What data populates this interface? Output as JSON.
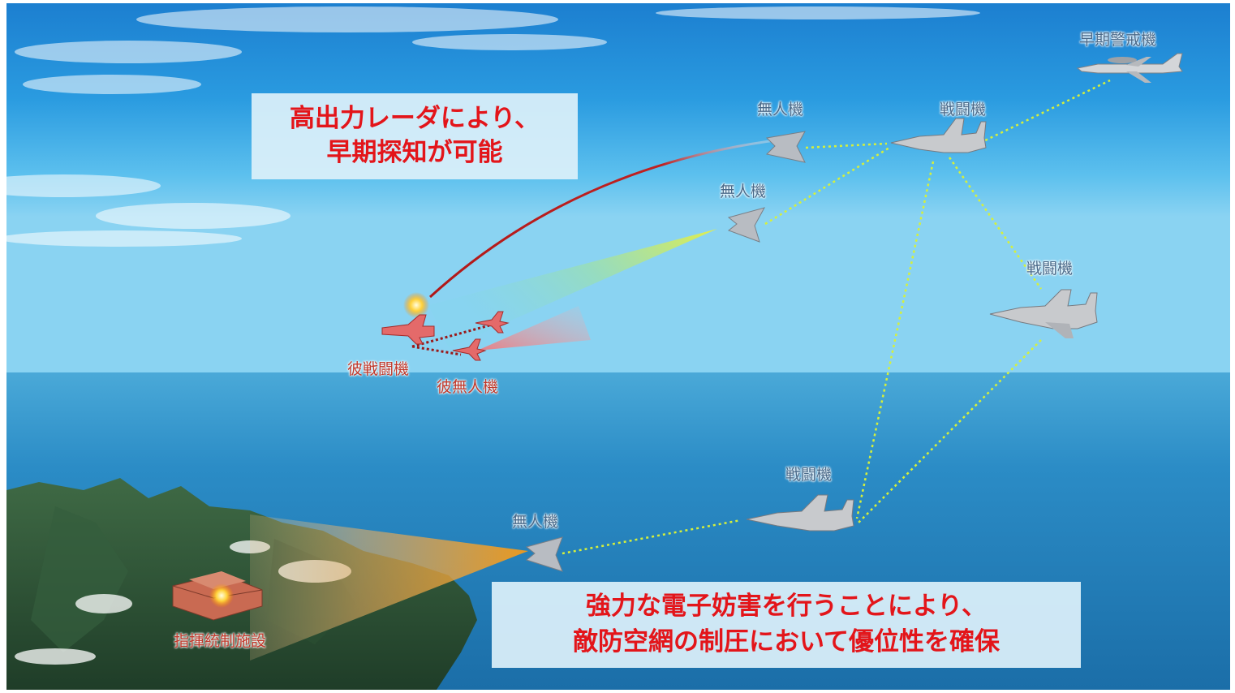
{
  "callouts": {
    "radar": {
      "line1": "高出力レーダにより、",
      "line2": "早期探知が可能"
    },
    "electronic_warfare": {
      "line1": "強力な電子妨害を行うことにより、",
      "line2": "敵防空網の制圧において優位性を確保"
    }
  },
  "labels": {
    "aew": "早期警戒機",
    "drone_top": "無人機",
    "fighter_top": "戦闘機",
    "drone_mid": "無人機",
    "fighter_right": "戦闘機",
    "enemy_fighter": "彼戦闘機",
    "enemy_drone": "彼無人機",
    "fighter_bottom": "戦闘機",
    "drone_bottom": "無人機",
    "command_facility": "指揮統制施設"
  },
  "colors": {
    "callout_text": "#e3151a",
    "callout_bg": "#dcf0fa",
    "friendly_label": "#4a6a8a",
    "enemy_label": "#c0392b",
    "datalink": "#d6f03a",
    "missile_track": "#b01818"
  }
}
